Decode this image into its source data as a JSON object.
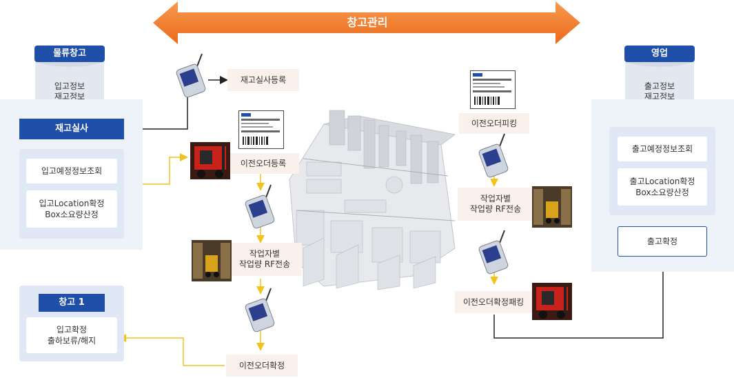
{
  "banner": {
    "title": "창고관리"
  },
  "logistics_warehouse": {
    "title": "물류창고",
    "info_line1": "입고정보",
    "info_line2": "재고정보"
  },
  "inventory_check": {
    "button": "재고실사",
    "item1": "입고예정정보조회",
    "item2_line1": "입고Location확정",
    "item2_line2": "Box소요량산정"
  },
  "warehouse1": {
    "title": "창고 1",
    "line1": "입고확정",
    "line2": "출하보류/해지"
  },
  "sales": {
    "title": "영업",
    "info_line1": "출고정보",
    "info_line2": "재고정보",
    "item1": "출고예정정보조회",
    "item2_line1": "출고Location확정",
    "item2_line2": "Box소요량산정",
    "confirm": "출고확정"
  },
  "flow_left": {
    "register_inventory": "재고실사등록",
    "transfer_order_register": "이전오더등록",
    "rf_line1": "작업자별",
    "rf_line2": "작업량 RF전송",
    "transfer_confirm": "이전오더확정"
  },
  "flow_right": {
    "picking": "이전오더피킹",
    "rf_line1": "작업자별",
    "rf_line2": "작업량 RF전송",
    "packing": "이전오더확정패킹"
  },
  "colors": {
    "banner_orange": "#f07a2a",
    "navy": "#1f4fa8",
    "flow_yellow": "#f3c21b"
  }
}
